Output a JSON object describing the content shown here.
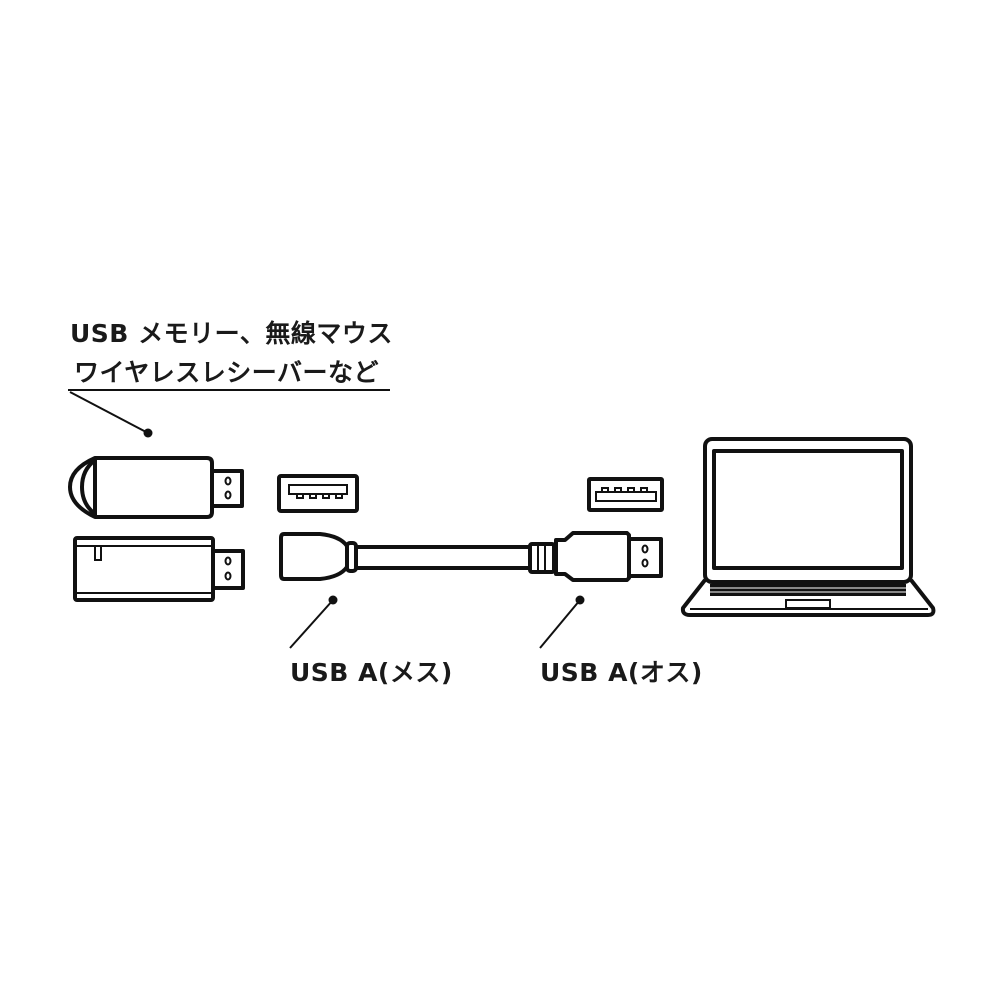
{
  "labels": {
    "devices_line1": "USB メモリー、無線マウス",
    "devices_line2": "ワイヤレスレシーバーなど",
    "female": "USB A(メス)",
    "male": "USB A(オス)"
  },
  "colors": {
    "ink": "#111111",
    "background": "#ffffff"
  }
}
